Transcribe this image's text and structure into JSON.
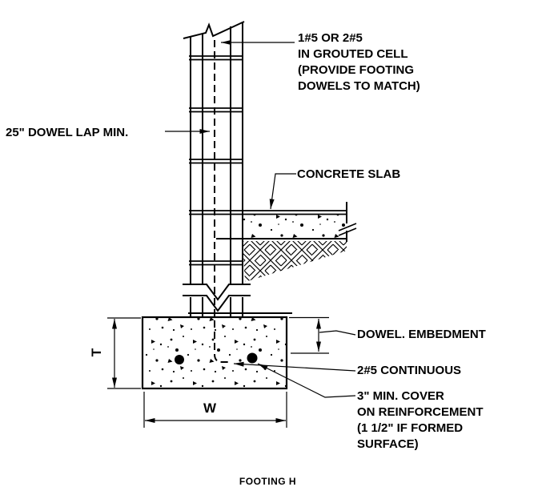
{
  "drawing": {
    "title": "FOOTING H",
    "callouts": {
      "vertical_bar": "1#5 OR 2#5\nIN GROUTED CELL\n(PROVIDE FOOTING\nDOWELS TO MATCH)",
      "dowel_lap": "25\" DOWEL LAP MIN.",
      "concrete_slab": "CONCRETE SLAB",
      "dowel_embedment": "DOWEL. EMBEDMENT",
      "continuous_bar": "2#5 CONTINUOUS",
      "cover_note": "3\" MIN. COVER\nON REINFORCEMENT\n(1 1/2\" IF FORMED\nSURFACE)"
    },
    "dimensions": {
      "footing_thickness": "T",
      "footing_width": "W"
    },
    "colors": {
      "ink": "#000000",
      "paper": "#ffffff"
    }
  }
}
